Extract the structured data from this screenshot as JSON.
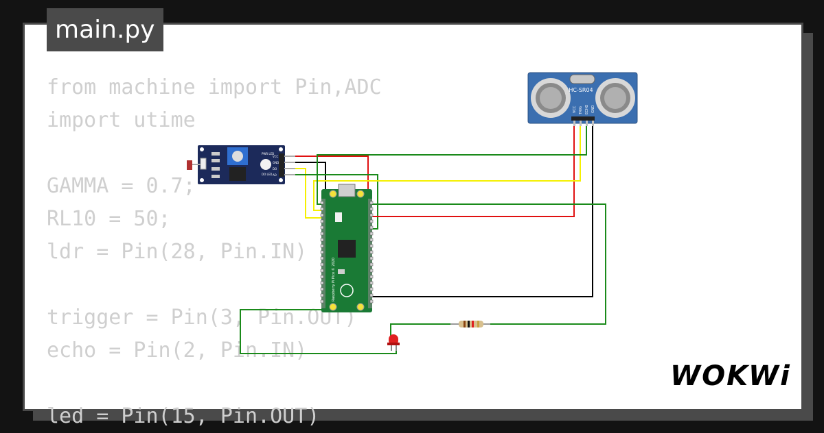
{
  "tab": {
    "filename": "main.py"
  },
  "code": {
    "lines": [
      "from machine import Pin,ADC",
      "import utime",
      "",
      "GAMMA = 0.7;",
      "RL10 = 50;",
      "ldr = Pin(28, Pin.IN)",
      "",
      "trigger = Pin(3, Pin.OUT)",
      "echo = Pin(2, Pin.IN)",
      "",
      "led = Pin(15, Pin.OUT)"
    ]
  },
  "components": {
    "ultrasonic": {
      "label": "HC-SR04",
      "pins": [
        "VCC",
        "TRIG",
        "ECHO",
        "GND"
      ]
    },
    "ldr_module": {
      "pins": [
        "VCC",
        "GND",
        "DO",
        "AO"
      ],
      "labels": [
        "PWR LED",
        "DO LED"
      ]
    },
    "pico": {
      "label": "Raspberry Pi Pico © 2020"
    }
  },
  "brand": {
    "logo_text": "WOKWi"
  },
  "colors": {
    "background": "#131313",
    "card": "#ffffff",
    "frame": "#4a4a4a",
    "code_text": "#cfcfcf",
    "wire_red": "#e01010",
    "wire_green": "#1a8a1a",
    "wire_yellow": "#f5f000",
    "wire_black": "#000000"
  }
}
